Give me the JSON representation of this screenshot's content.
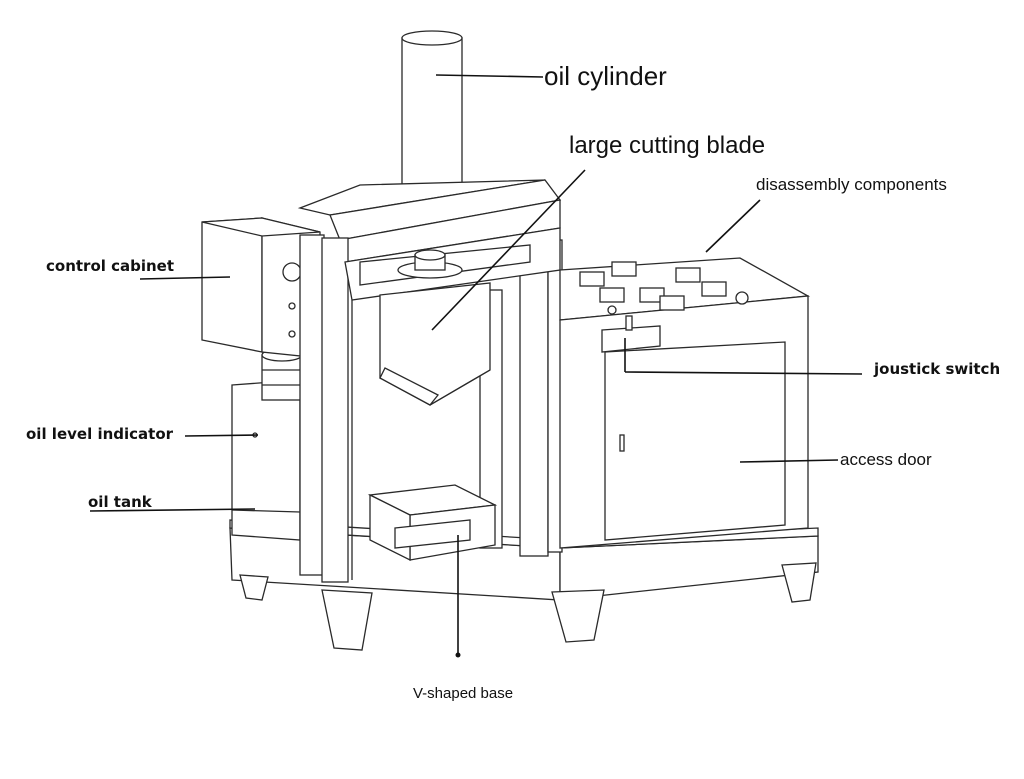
{
  "labels": {
    "oil_cylinder": "oil cylinder",
    "large_cutting_blade": "large cutting blade",
    "disassembly_components": "disassembly components",
    "control_cabinet": "control cabinet",
    "joustick_switch": "joustick switch",
    "oil_level_indicator": "oil level indicator",
    "access_door": "access door",
    "oil_tank": "oil tank",
    "v_shaped_base": "V-shaped base"
  },
  "colors": {
    "line": "#2a2a2a",
    "leader": "#111111",
    "background": "#ffffff"
  }
}
